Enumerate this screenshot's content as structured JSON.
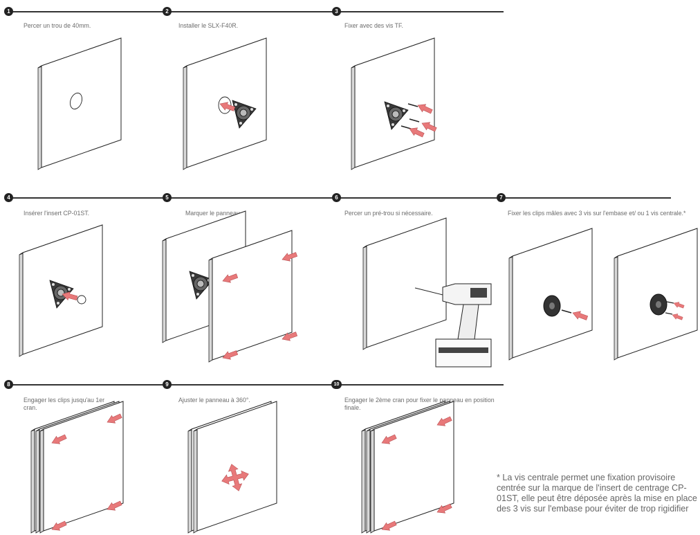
{
  "colors": {
    "arrow": "#e8797a",
    "line": "#333333",
    "badge": "#222222"
  },
  "steps": [
    {
      "number": "1",
      "caption": "Percer un trou de 40mm."
    },
    {
      "number": "2",
      "caption": "Installer le SLX-F40R."
    },
    {
      "number": "3",
      "caption": "Fixer avec des vis TF."
    },
    {
      "number": "4",
      "caption": "Insérer l'insert CP-01ST."
    },
    {
      "number": "5",
      "caption": "Marquer le panneau."
    },
    {
      "number": "6",
      "caption": "Percer un pré-trou si nécessaire."
    },
    {
      "number": "7",
      "caption": "Fixer les clips mâles avec 3 vis sur l'embase et/ ou 1 vis centrale.*"
    },
    {
      "number": "8",
      "caption": "Engager les clips jusqu'au 1er cran."
    },
    {
      "number": "9",
      "caption": "Ajuster le panneau à 360°."
    },
    {
      "number": "10",
      "caption": "Engager le 2ème cran pour fixer le panneau en position finale."
    }
  ],
  "footnote": "* La vis centrale permet une fixation provisoire centrée sur la marque de l'insert de centrage CP-01ST, elle peut être déposée après la mise en place des 3 vis sur l'embase pour éviter de trop rigidifier",
  "icons": [
    "panel-icon",
    "arrow-icon",
    "drill-icon",
    "move-arrows-icon",
    "mounting-plate-icon",
    "screw-icon"
  ]
}
